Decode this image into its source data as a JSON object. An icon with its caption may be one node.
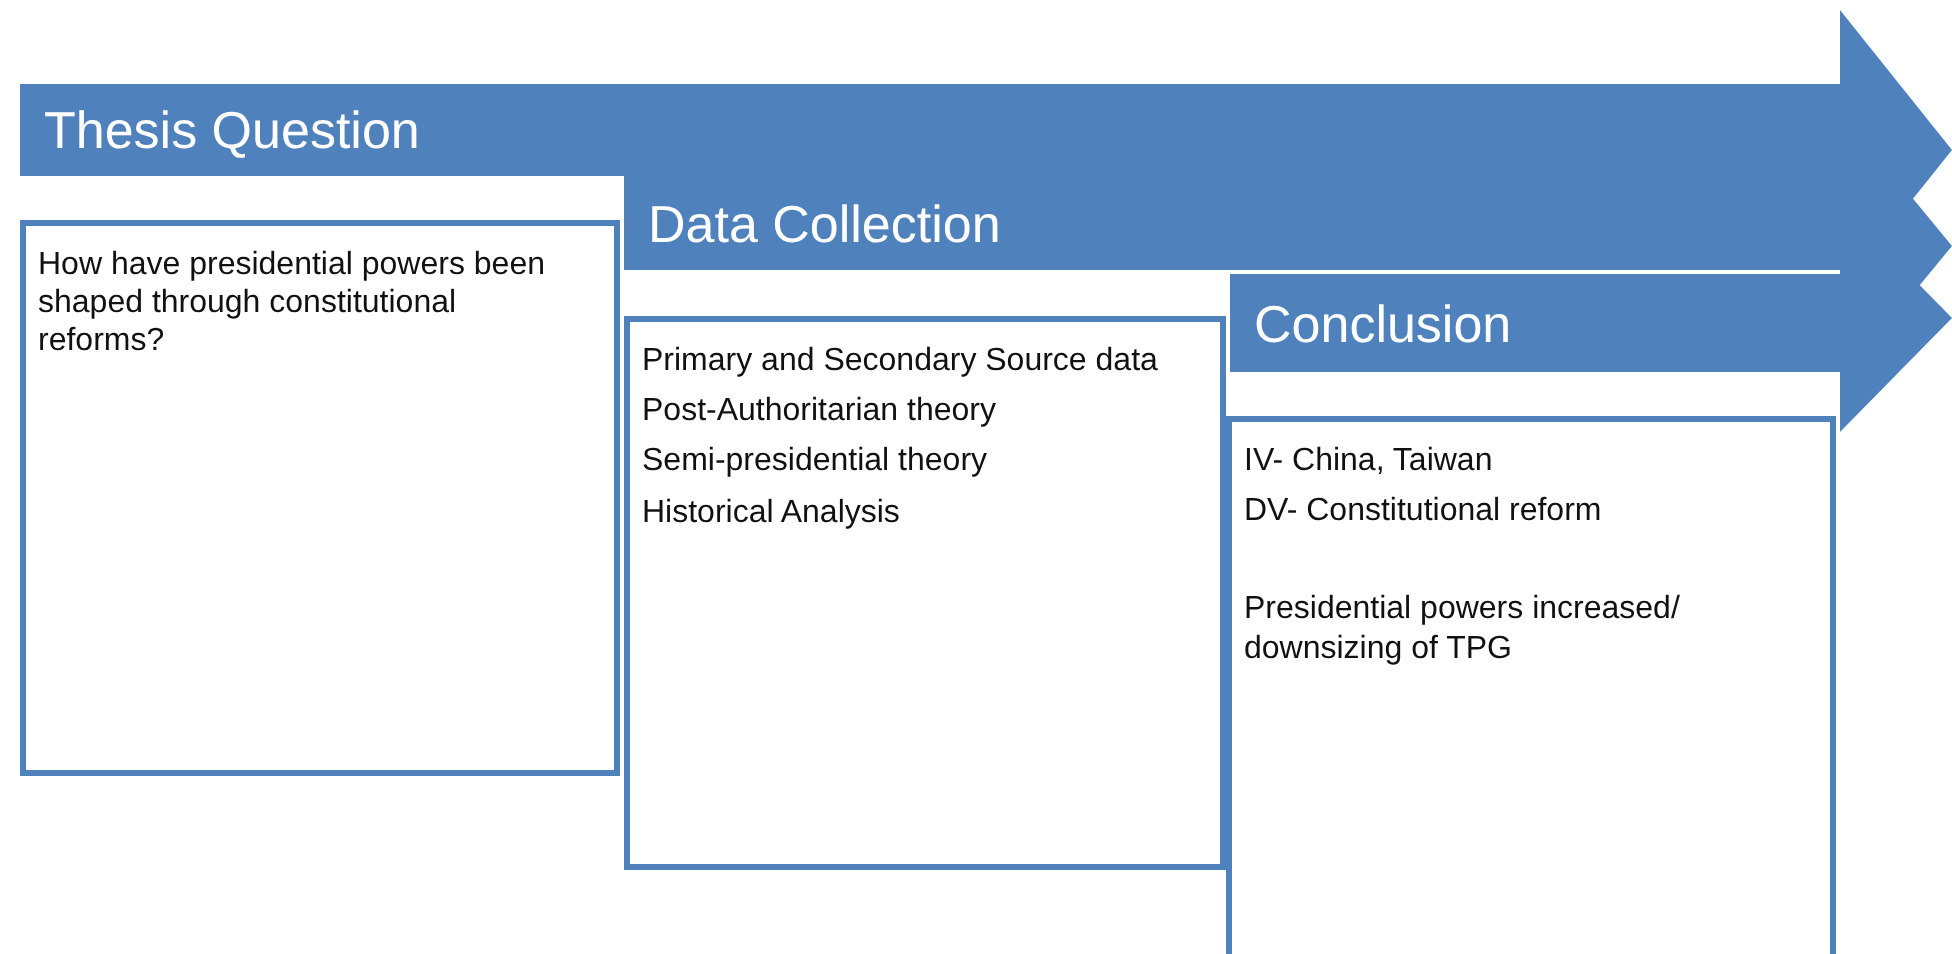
{
  "diagram": {
    "nodes": [
      {
        "text": [
          "Thesis Question"
        ]
      },
      {
        "text": [
          "How have presidential powers been shaped through constitutional reforms?"
        ]
      },
      {
        "text": [
          "Data Collection"
        ]
      },
      {
        "text": [
          "Primary and Secondary Source data",
          "Post-Authoritarian theory",
          "Semi-presidential theory",
          "Historical Analysis"
        ]
      },
      {
        "text": [
          "Conclusion"
        ]
      },
      {
        "text": [
          "IV- China, Taiwan",
          "DV- Constitutional reform",
          "Presidential powers increased/ downsizing of TPG"
        ]
      }
    ],
    "edges": []
  }
}
